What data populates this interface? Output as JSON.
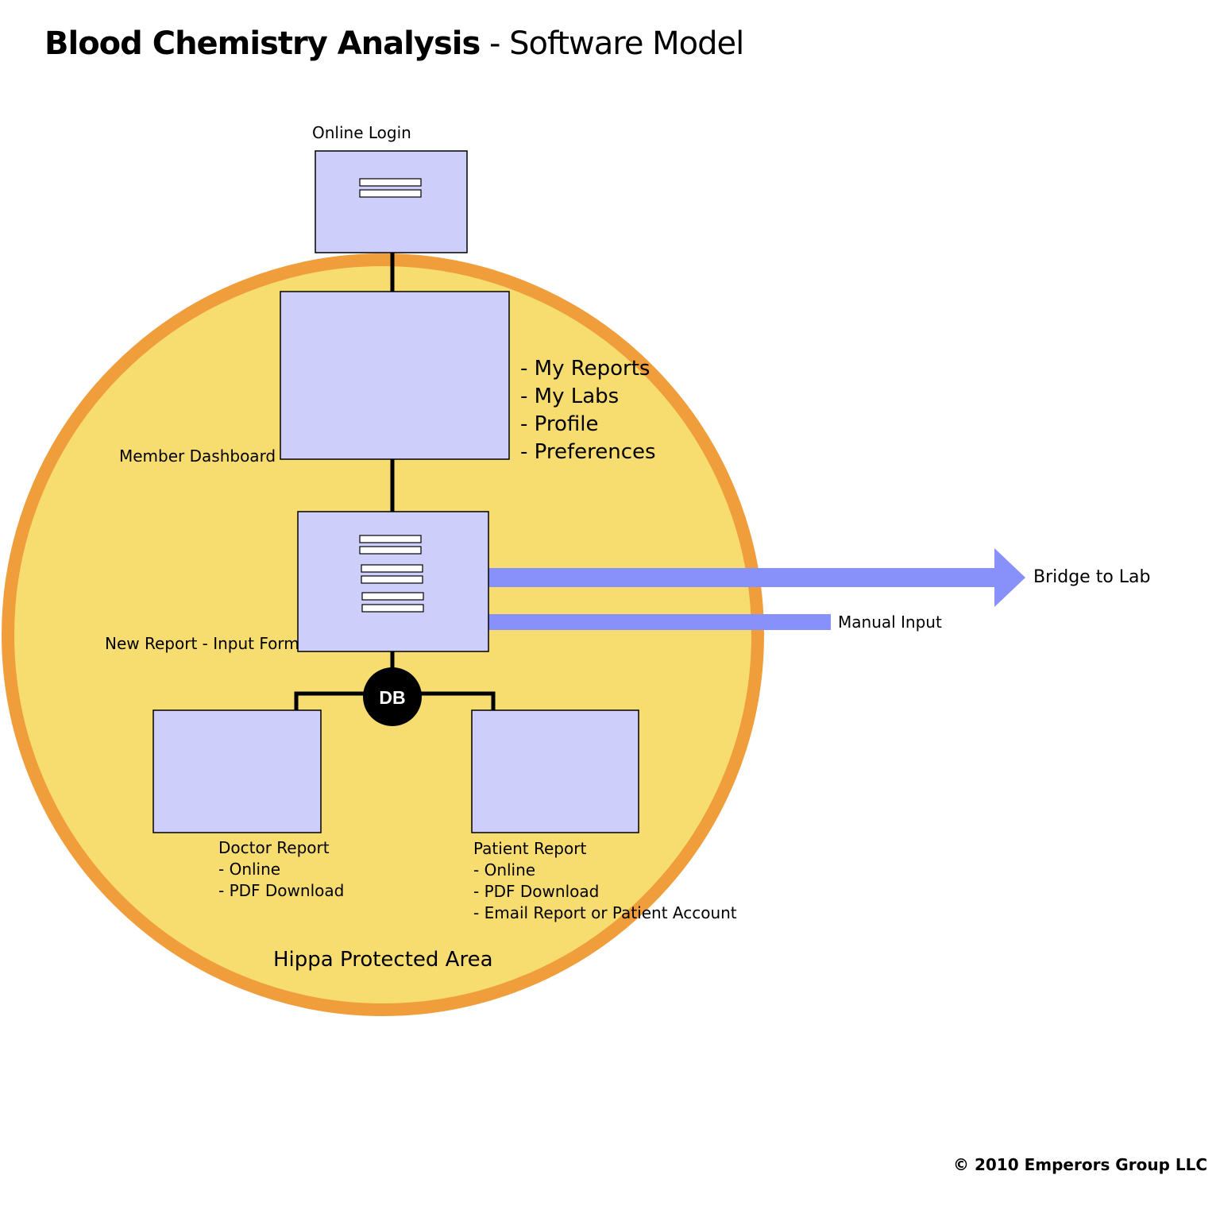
{
  "title": {
    "bold": "Blood Chemistry Analysis",
    "rest": " - Software Model"
  },
  "online_login": {
    "label": "Online Login"
  },
  "member_dashboard": {
    "label": "Member Dashboard",
    "items": [
      "- My Reports",
      "- My Labs",
      "- Profile",
      "- Preferences"
    ]
  },
  "new_report": {
    "label": "New Report - Input Form"
  },
  "db": {
    "label": "DB"
  },
  "doctor_report": {
    "title": "Doctor Report",
    "items": [
      "- Online",
      "- PDF Download"
    ]
  },
  "patient_report": {
    "title": "Patient Report",
    "items": [
      "- Online",
      "- PDF Download",
      "- Email Report or Patient Account"
    ]
  },
  "bridge": {
    "label": "Bridge to Lab"
  },
  "manual": {
    "label": "Manual Input"
  },
  "area": {
    "label": "Hippa Protected Area"
  },
  "copyright": "© 2010 Emperors Group LLC",
  "colors": {
    "circle_fill": "#f7dc70",
    "circle_stroke": "#f09e3c",
    "box_fill": "#cecefa",
    "arrow": "#8891f9",
    "db_fill": "#000000"
  }
}
